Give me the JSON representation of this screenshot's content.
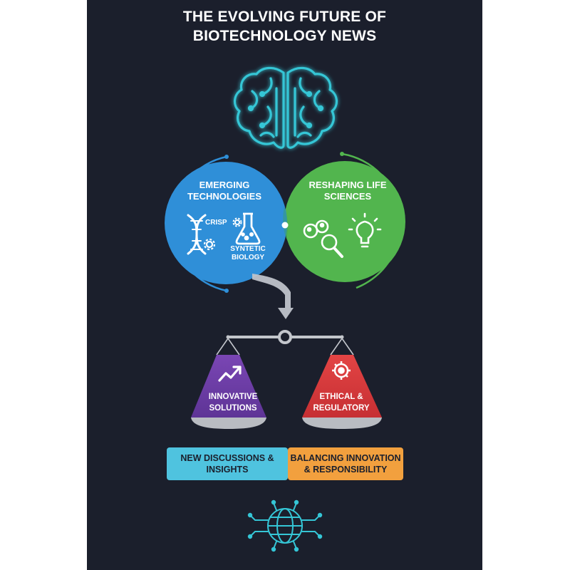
{
  "title": {
    "line1": "THE EVOLVING FUTURE OF",
    "line2": "BIOTECHNOLOGY NEWS"
  },
  "emerging": {
    "title": "EMERGING TECHNOLOGIES",
    "item1": "CRISP",
    "item2": "SYNTETIC BIOLOGY"
  },
  "reshaping": {
    "title": "RESHAPING LIFE SCIENCES"
  },
  "scale": {
    "left": "INNOVATIVE SOLUTIONS",
    "right": "ETHICAL & REGULATORY"
  },
  "boxes": {
    "left": "NEW DISCUSSIONS & INSIGHTS",
    "right": "BALANCING INNOVATION & RESPONSIBILITY"
  },
  "colors": {
    "background": "#1b1f2c",
    "blue": "#2f8fd8",
    "green": "#52b54e",
    "purple": "#6b3fa0",
    "red": "#d93a3a",
    "cyan_box": "#4fc3df",
    "orange_box": "#f2a03e",
    "icon_cyan": "#35c6d6"
  },
  "icons": [
    "brain-icon",
    "dna-icon",
    "gear-icon",
    "flask-icon",
    "microbes-magnifier-icon",
    "lightbulb-icon",
    "trend-arrow-icon",
    "virus-icon",
    "globe-circuit-icon",
    "down-arrow-icon"
  ]
}
